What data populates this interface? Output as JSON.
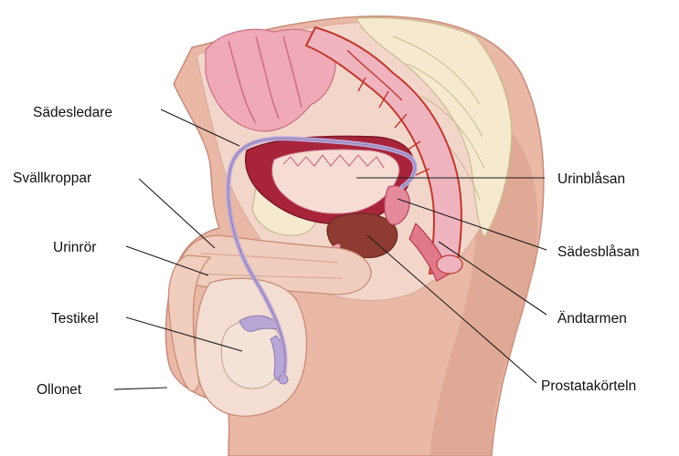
{
  "labels": {
    "sadesledare": "Sädesledare",
    "svallkroppar": "Svällkroppar",
    "urinror": "Urinrör",
    "testikel": "Testikel",
    "ollonet": "Ollonet",
    "urinblasan": "Urinblåsan",
    "sadesblasan": "Sädesblåsan",
    "andtarmen": "Ändtarmen",
    "prostatakorteln": "Prostatakörteln"
  }
}
